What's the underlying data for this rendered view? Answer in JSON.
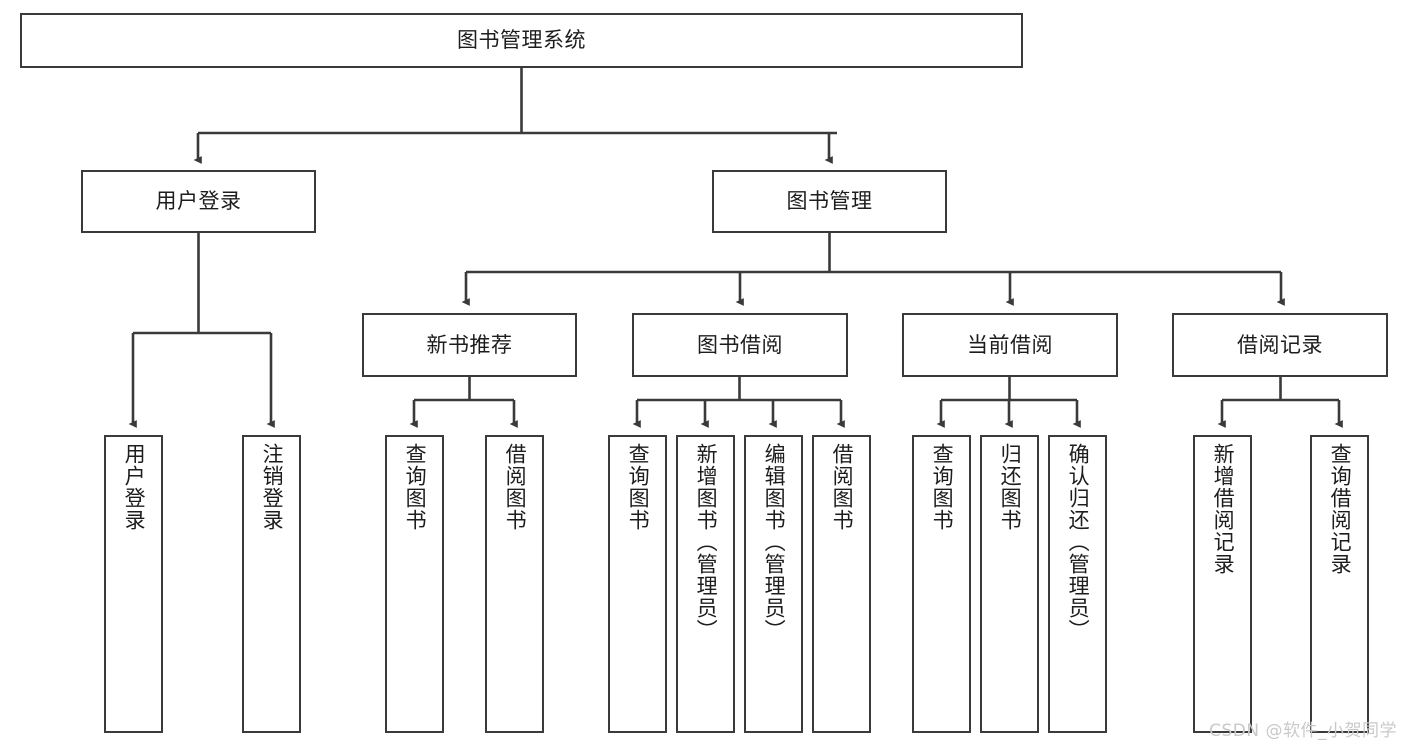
{
  "diagram": {
    "type": "tree",
    "title": "图书管理系统",
    "colors": {
      "box_border": "#3a3a3a",
      "box_fill": "#ffffff",
      "connector": "#3a3a3a",
      "text": "#1d1d1d",
      "watermark": "#c9c9c9",
      "background": "#ffffff"
    },
    "root": {
      "id": "root",
      "label": "图书管理系统"
    },
    "level1": [
      {
        "id": "user-login",
        "label": "用户登录"
      },
      {
        "id": "book-management",
        "label": "图书管理"
      }
    ],
    "level2": [
      {
        "id": "new-book-recommend",
        "label": "新书推荐",
        "parent": "book-management"
      },
      {
        "id": "book-borrow",
        "label": "图书借阅",
        "parent": "book-management"
      },
      {
        "id": "current-borrow",
        "label": "当前借阅",
        "parent": "book-management"
      },
      {
        "id": "borrow-record",
        "label": "借阅记录",
        "parent": "book-management"
      }
    ],
    "leaves": [
      {
        "id": "leaf-user-login",
        "label": "用户登录",
        "parent": "user-login"
      },
      {
        "id": "leaf-logout-login",
        "label": "注销登录",
        "parent": "user-login"
      },
      {
        "id": "leaf-query-book-1",
        "label": "查询图书",
        "parent": "new-book-recommend"
      },
      {
        "id": "leaf-borrow-book-1",
        "label": "借阅图书",
        "parent": "new-book-recommend"
      },
      {
        "id": "leaf-query-book-2",
        "label": "查询图书",
        "parent": "book-borrow"
      },
      {
        "id": "leaf-add-book",
        "label": "新增图书（管理员）",
        "parent": "book-borrow"
      },
      {
        "id": "leaf-edit-book",
        "label": "编辑图书（管理员）",
        "parent": "book-borrow"
      },
      {
        "id": "leaf-borrow-book-2",
        "label": "借阅图书",
        "parent": "book-borrow"
      },
      {
        "id": "leaf-query-book-3",
        "label": "查询图书",
        "parent": "current-borrow"
      },
      {
        "id": "leaf-return-book",
        "label": "归还图书",
        "parent": "current-borrow"
      },
      {
        "id": "leaf-confirm-return",
        "label": "确认归还（管理员）",
        "parent": "current-borrow"
      },
      {
        "id": "leaf-add-record",
        "label": "新增借阅记录",
        "parent": "borrow-record"
      },
      {
        "id": "leaf-query-record",
        "label": "查询借阅记录",
        "parent": "borrow-record"
      }
    ],
    "watermark": "CSDN @软件_小贺同学"
  }
}
